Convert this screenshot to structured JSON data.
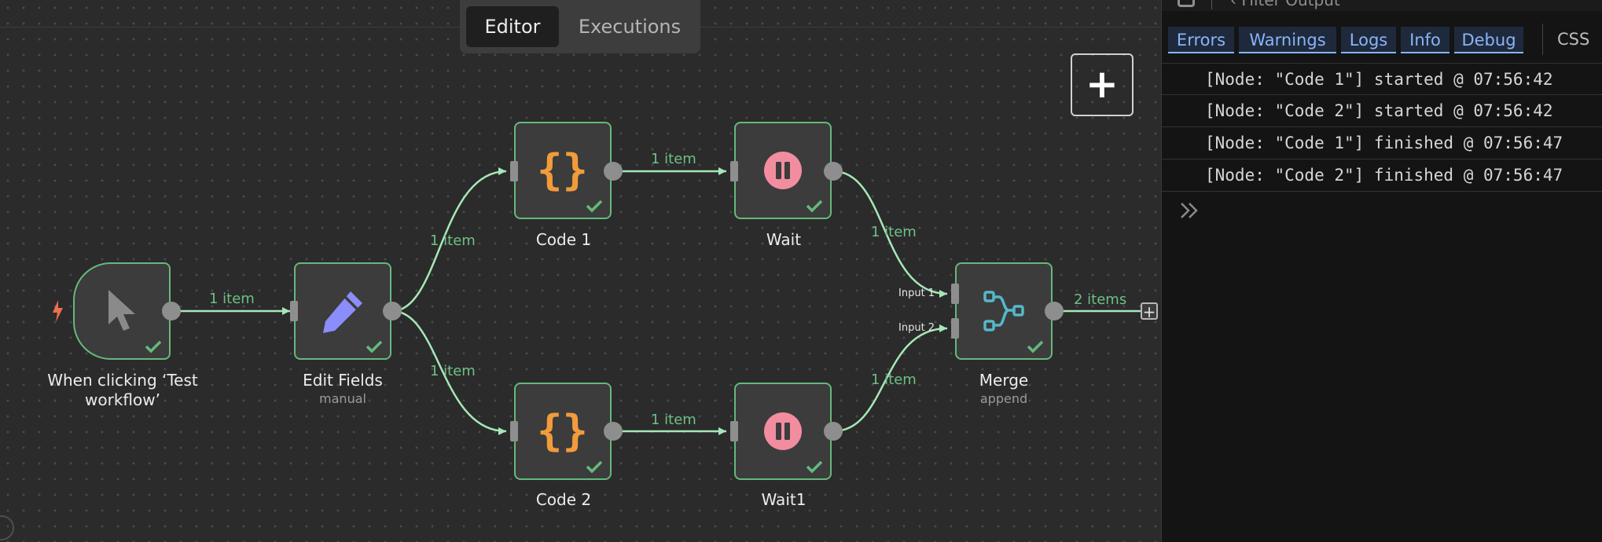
{
  "tabs": {
    "editor": "Editor",
    "executions": "Executions"
  },
  "canvas": {
    "add_button": "+"
  },
  "nodes": {
    "trigger": {
      "title_line1": "When clicking ‘Test",
      "title_line2": "workflow’"
    },
    "edit_fields": {
      "title": "Edit Fields",
      "subtitle": "manual"
    },
    "code1": {
      "title": "Code 1"
    },
    "code2": {
      "title": "Code 2"
    },
    "wait": {
      "title": "Wait"
    },
    "wait1": {
      "title": "Wait1"
    },
    "merge": {
      "title": "Merge",
      "subtitle": "append",
      "input1": "Input 1",
      "input2": "Input 2"
    }
  },
  "edges": {
    "trigger_edit": "1 item",
    "edit_code1": "1 item",
    "edit_code2": "1 item",
    "code1_wait": "1 item",
    "code2_wait1": "1 item",
    "wait_merge": "1 item",
    "wait1_merge": "1 item",
    "merge_out": "2 items"
  },
  "console": {
    "filter_label": "Filter Output",
    "levels": [
      "Errors",
      "Warnings",
      "Logs",
      "Info",
      "Debug"
    ],
    "css_label": "CSS",
    "logs": [
      "[Node: \"Code 1\"] started @ 07:56:42",
      "[Node: \"Code 2\"] started @ 07:56:42",
      "[Node: \"Code 1\"] finished @ 07:56:47",
      "[Node: \"Code 2\"] finished @ 07:56:47"
    ]
  },
  "colors": {
    "success_green": "#65b97c",
    "wire": "#a6e7b8",
    "code_orange": "#f29b3b",
    "wait_pink": "#f28da0",
    "edit_purple": "#8b8dfa",
    "merge_teal": "#54b8c9",
    "console_link": "#8ab4f8"
  }
}
